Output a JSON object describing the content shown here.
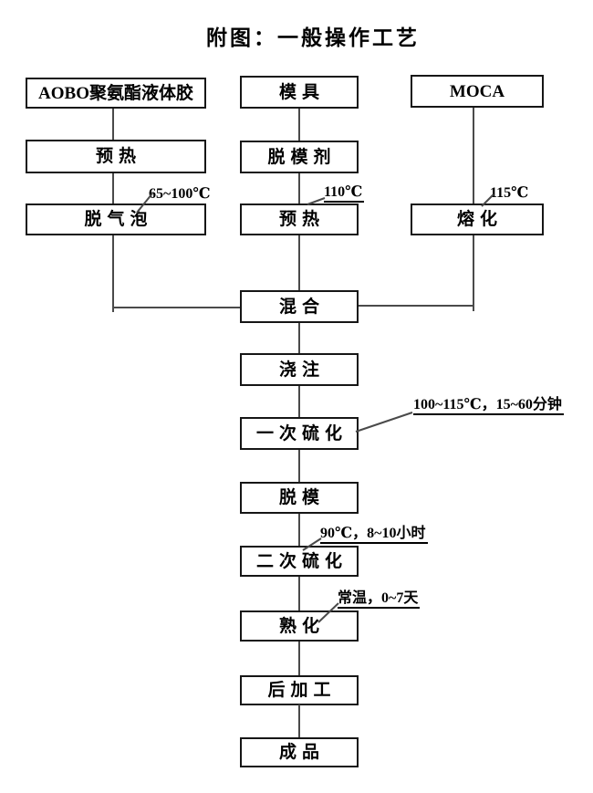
{
  "title": "附图：一般操作工艺",
  "boxes": [
    {
      "id": "aobo-liquid-glue",
      "label": "AOBO聚氨酯液体胶"
    },
    {
      "id": "preheat-left",
      "label": "预热"
    },
    {
      "id": "degas",
      "label": "脱气泡"
    },
    {
      "id": "mold",
      "label": "模具"
    },
    {
      "id": "release-agent",
      "label": "脱模剂"
    },
    {
      "id": "preheat-middle",
      "label": "预热"
    },
    {
      "id": "moca",
      "label": "MOCA"
    },
    {
      "id": "melt",
      "label": "熔化"
    },
    {
      "id": "mix",
      "label": "混合"
    },
    {
      "id": "pour",
      "label": "浇注"
    },
    {
      "id": "first-vulcanization",
      "label": "一次硫化"
    },
    {
      "id": "demold",
      "label": "脱模"
    },
    {
      "id": "second-vulcanization",
      "label": "二次硫化"
    },
    {
      "id": "aging",
      "label": "熟化"
    },
    {
      "id": "post-processing",
      "label": "后加工"
    },
    {
      "id": "finished-product",
      "label": "成品"
    }
  ],
  "annotations": [
    {
      "id": "degas-temp",
      "text": "65~100℃"
    },
    {
      "id": "preheat-middle-temp",
      "text": "110℃"
    },
    {
      "id": "melt-temp",
      "text": "115℃"
    },
    {
      "id": "first-cure-condition",
      "text": "100~115℃，15~60分钟"
    },
    {
      "id": "second-cure-condition",
      "text": "90℃，8~10小时"
    },
    {
      "id": "aging-condition",
      "text": "常温，0~7天"
    }
  ],
  "colors": {
    "background": "#ffffff",
    "text": "#000000",
    "box_border": "#161616",
    "connector_line": "#4a4a4a"
  }
}
